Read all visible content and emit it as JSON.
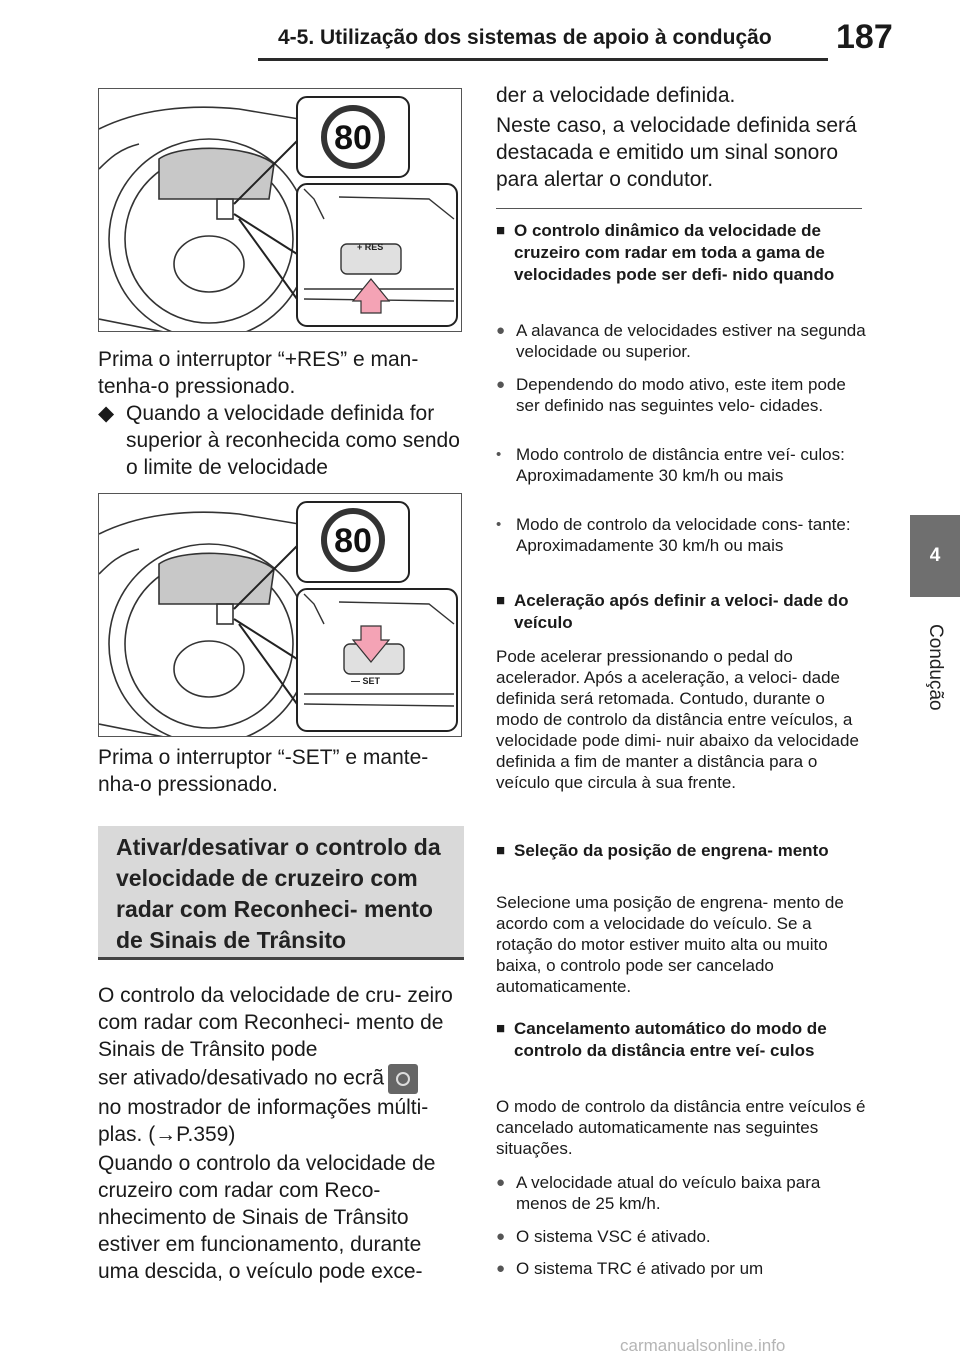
{
  "header": {
    "title": "4-5. Utilização dos sistemas de apoio à condução",
    "page_number": "187"
  },
  "side": {
    "tab_number": "4",
    "label": "Condução"
  },
  "figures": {
    "fig1": {
      "sign_value": "80",
      "switch_top": "+ RES"
    },
    "fig2": {
      "sign_value": "80",
      "switch_bottom": "— SET"
    }
  },
  "left": {
    "p1": "Prima o interruptor “+RES” e man- tenha-o pressionado.",
    "bullet1": "Quando a velocidade definida for superior à reconhecida como sendo o limite de velocidade",
    "p2": "Prima o interruptor “-SET” e mante- nha-o pressionado.",
    "heading": "Ativar/desativar o controlo da velocidade de cruzeiro com radar com Reconheci- mento de Sinais de Trânsito",
    "p3a": "O controlo da velocidade de cru- zeiro com radar com Reconheci- mento de Sinais de Trânsito pode",
    "p3b": "ser ativado/desativado no ecrã",
    "p3c": "no mostrador de informações múlti- plas. (→P.359)",
    "p4": "Quando o controlo da velocidade de cruzeiro com radar com Reco- nhecimento de Sinais de Trânsito estiver em funcionamento, durante uma descida, o veículo pode exce-"
  },
  "right": {
    "p1": "der a velocidade definida.",
    "p2": "Neste caso, a velocidade definida será destacada e emitido um sinal sonoro para alertar o condutor.",
    "h1": "O controlo dinâmico da velocidade de cruzeiro com radar em toda a gama de velocidades pode ser defi- nido quando",
    "b1": "A alavanca de velocidades estiver na segunda velocidade ou superior.",
    "b2": "Dependendo do modo ativo, este item pode ser definido nas seguintes velo- cidades.",
    "d1": "Modo controlo de distância entre veí- culos: Aproximadamente 30 km/h ou mais",
    "d2": "Modo de controlo da velocidade cons- tante: Aproximadamente 30 km/h ou mais",
    "h2": "Aceleração após definir a veloci- dade do veículo",
    "p3": "Pode acelerar pressionando o pedal do acelerador. Após a aceleração, a veloci- dade definida será retomada. Contudo, durante o modo de controlo da distância entre veículos, a velocidade pode dimi- nuir abaixo da velocidade definida a fim de manter a distância para o veículo que circula à sua frente.",
    "h3": "Seleção da posição de engrena- mento",
    "p4": "Selecione uma posição de engrena- mento de acordo com a velocidade do veículo. Se a rotação do motor estiver muito alta ou muito baixa, o controlo pode ser cancelado automaticamente.",
    "h4": "Cancelamento automático do modo de controlo da distância entre veí- culos",
    "p5": "O modo de controlo da distância entre veículos é cancelado automaticamente nas seguintes situações.",
    "b3": "A velocidade atual do veículo baixa para menos de 25 km/h.",
    "b4": "O sistema VSC é ativado.",
    "b5": "O sistema TRC é ativado por um"
  },
  "markers": {
    "bullet": "●",
    "square": "■",
    "dash": "•",
    "diamond": "◆"
  },
  "watermark": "carmanualsonline.info",
  "colors": {
    "arrow": "#f4a3b5",
    "tab": "#6f6f6f",
    "heading_bg": "#d9d9d9"
  }
}
